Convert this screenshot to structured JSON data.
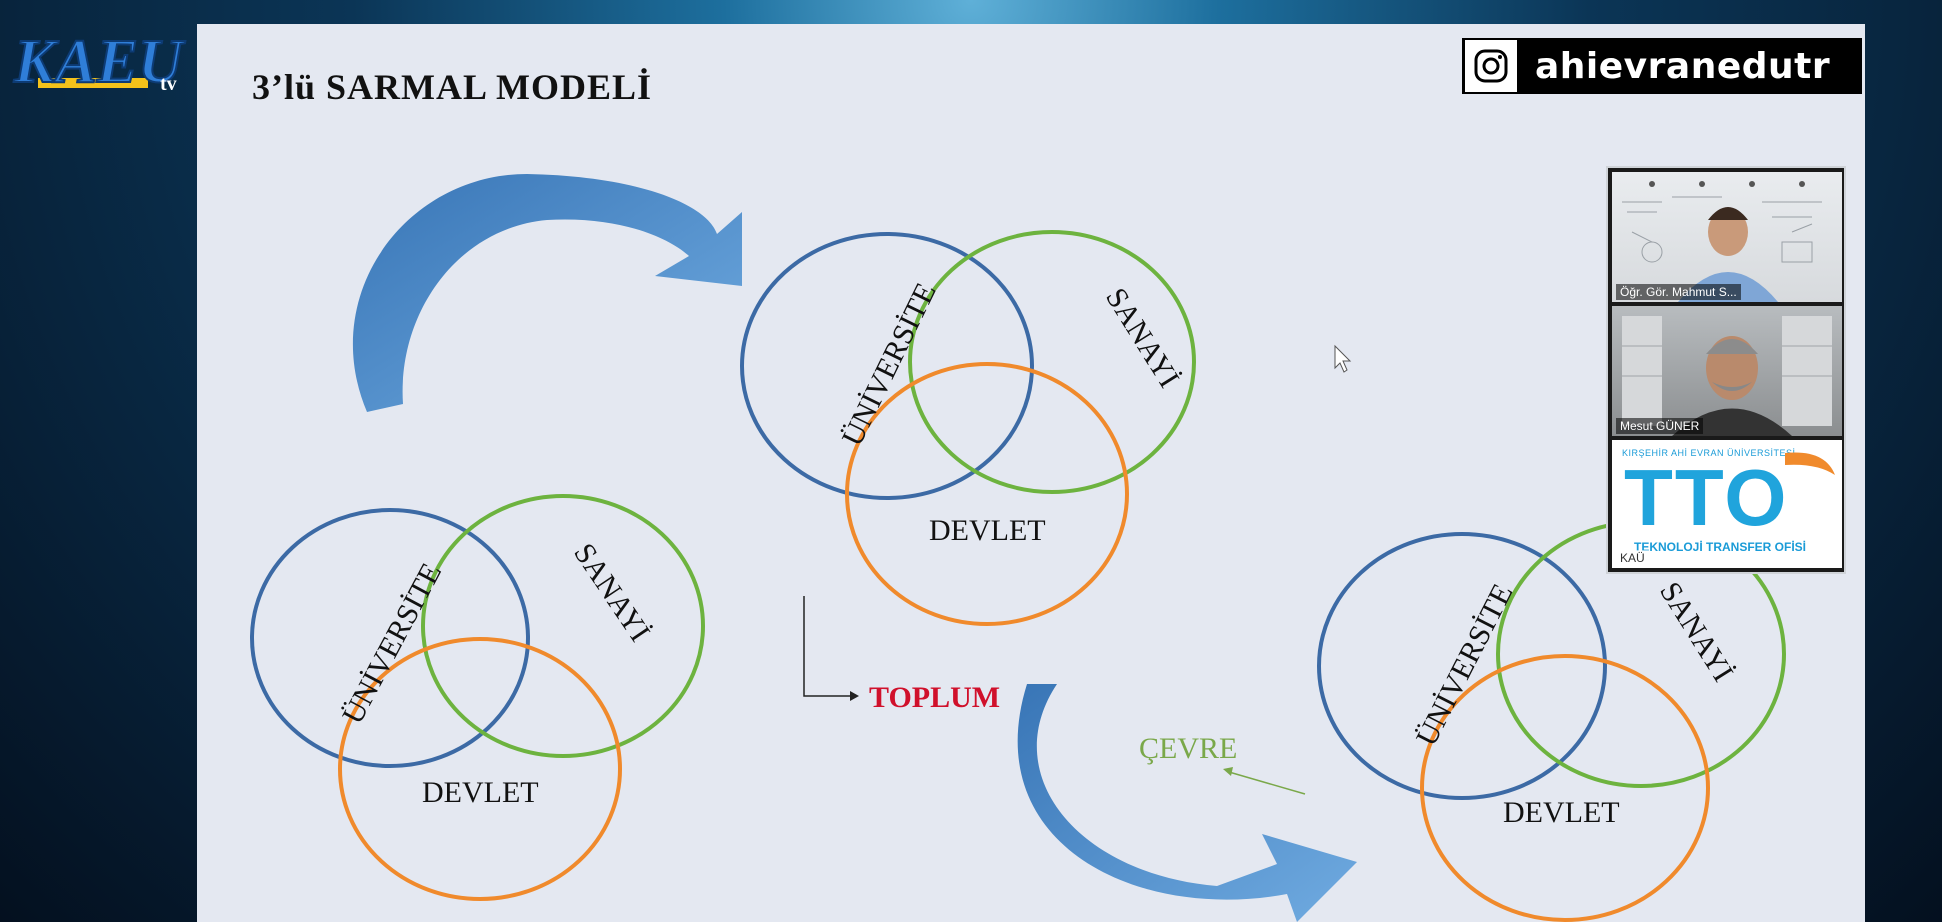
{
  "logo": {
    "text": "KAEU",
    "suffix": "tv"
  },
  "slide": {
    "title": "3’lü SARMAL MODELİ"
  },
  "social": {
    "icon": "instagram-icon",
    "handle": "ahievranedutr"
  },
  "diagram": {
    "venn_left": {
      "universite": "ÜNİVERSİTE",
      "sanayi": "SANAYİ",
      "devlet": "DEVLET"
    },
    "venn_top": {
      "universite": "ÜNİVERSİTE",
      "sanayi": "SANAYİ",
      "devlet": "DEVLET"
    },
    "venn_right": {
      "universite": "ÜNİVERSİTE",
      "sanayi": "SANAYİ",
      "devlet": "DEVLET"
    },
    "toplum": "TOPLUM",
    "cevre": "ÇEVRE",
    "colors": {
      "universite": "#3c6aa5",
      "sanayi": "#6db33f",
      "devlet": "#f08a2c",
      "arrow": "#4a8ed1",
      "toplum": "#d0102b",
      "cevre": "#7aa84a"
    }
  },
  "video_call": {
    "participants": [
      {
        "name": "Öğr. Gör. Mahmut S..."
      },
      {
        "name": "Mesut GÜNER"
      },
      {
        "name": "KAÜ"
      }
    ],
    "tto": {
      "university": "KIRŞEHİR AHİ EVRAN ÜNİVERSİTESİ",
      "logo": "TTO",
      "subtitle": "TEKNOLOJİ TRANSFER OFİSİ"
    }
  }
}
